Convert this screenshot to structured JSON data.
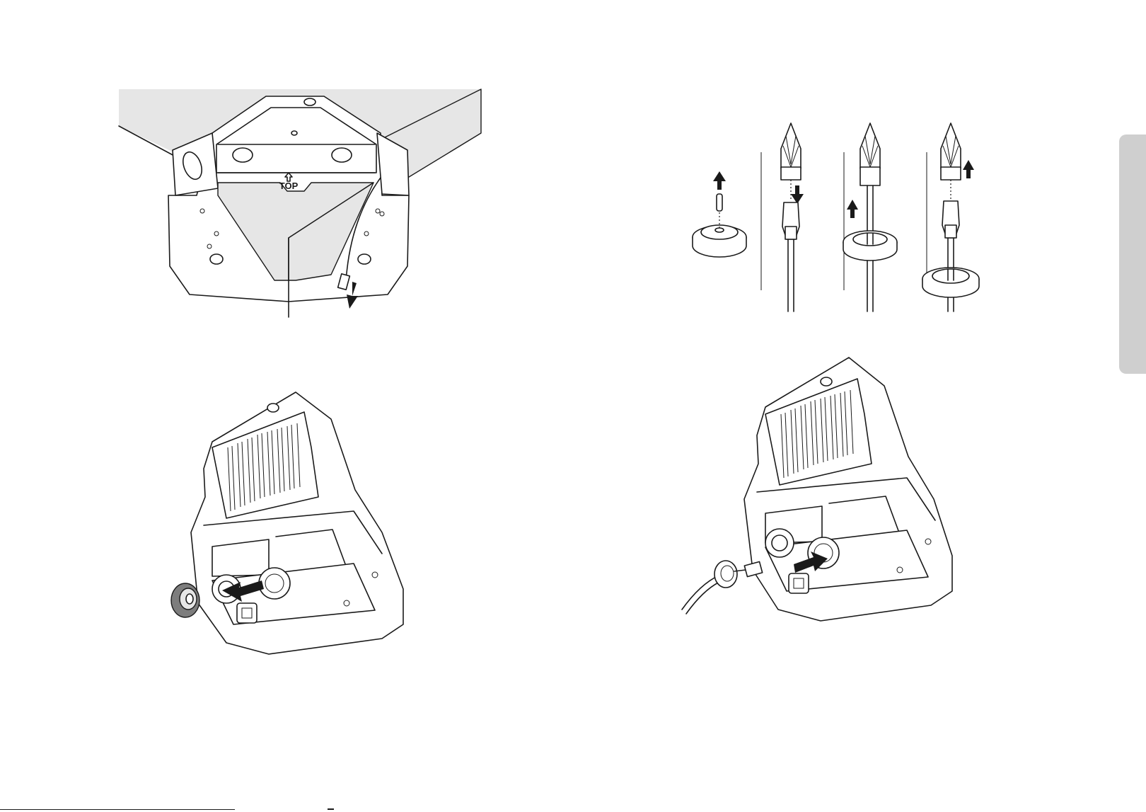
{
  "figures": {
    "mount_top_view": {
      "top_marking": "TOP"
    },
    "cable_steps": {
      "panels": 4
    },
    "remove_grommet": {
      "step": "remove"
    },
    "insert_cable": {
      "step": "insert"
    }
  },
  "icons": [
    "arrow-down-icon",
    "arrow-up-icon",
    "arrow-left-icon",
    "arrow-right-icon"
  ],
  "colors": {
    "line": "#1a1a1a",
    "side_tab": "#cfcfcf",
    "surface": "#e6e6e6"
  }
}
